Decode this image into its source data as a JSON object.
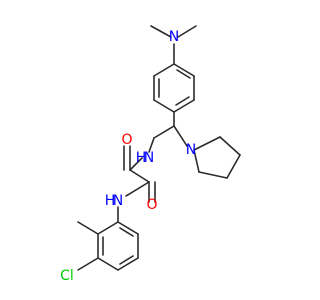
{
  "colors": {
    "bond": "#2b2b2b",
    "nitrogen": "#0000ff",
    "oxygen": "#ff0000",
    "chlorine": "#00cc00"
  },
  "atoms": {
    "n_dimethyl": "N",
    "n_amide_top": "N",
    "n_amide_top_h": "H",
    "n_pyrrolidine": "N",
    "o_left": "O",
    "o_right": "O",
    "n_amide_bottom": "N",
    "n_amide_bottom_h": "H",
    "cl": "Cl"
  }
}
